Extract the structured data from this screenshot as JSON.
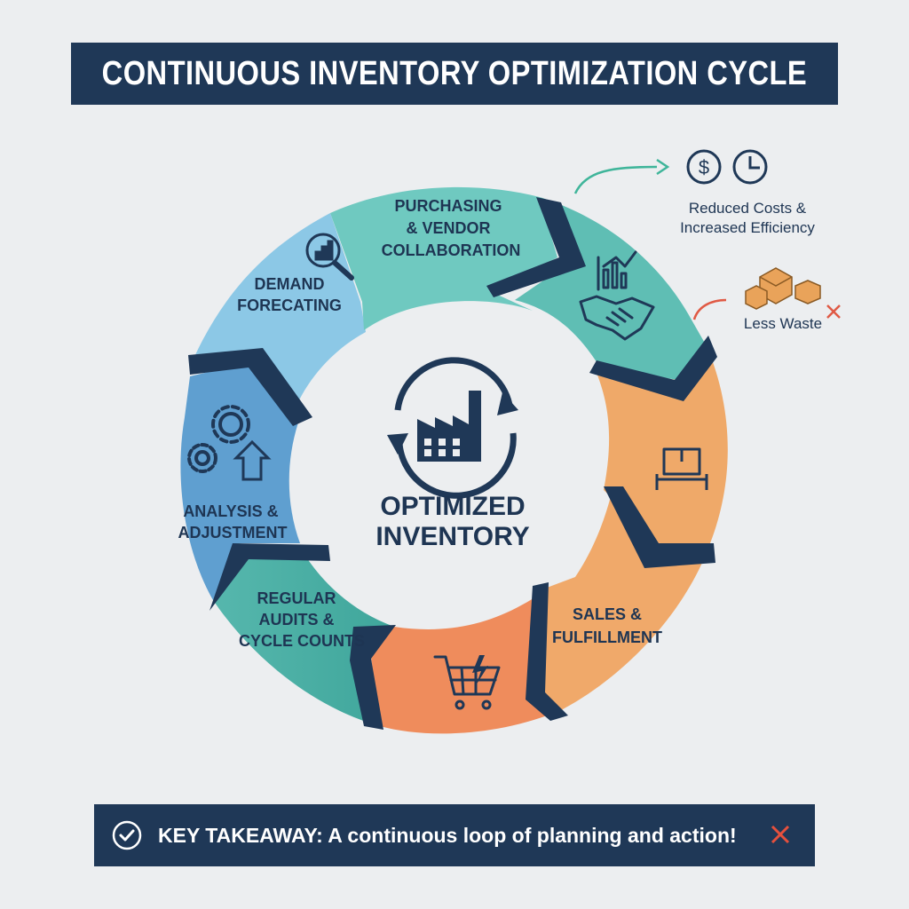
{
  "title": "CONTINUOUS INVENTORY OPTIMIZATION CYCLE",
  "center": {
    "line1": "OPTIMIZED",
    "line2": "INVENTORY",
    "icon": "factory-recycle-icon"
  },
  "segments": [
    {
      "id": "purchasing",
      "lines": [
        "PURCHASING",
        "& VENDOR",
        "COLLABORATION"
      ],
      "color": "#6cc7bf",
      "icon": "handshake-chart-icon"
    },
    {
      "id": "receiving",
      "lines": [],
      "color": "#efa869",
      "icon": "package-on-shelf-icon"
    },
    {
      "id": "sales",
      "lines": [
        "SALES &",
        "FULFILLMENT"
      ],
      "color": "#efa869",
      "icon": ""
    },
    {
      "id": "cart",
      "lines": [],
      "color": "#ef8d5f",
      "icon": "shopping-cart-icon"
    },
    {
      "id": "audits",
      "lines": [
        "REGULAR",
        "AUDITS &",
        "CYCLE COUNTS"
      ],
      "color": "#5fbcb0",
      "icon": ""
    },
    {
      "id": "analysis",
      "lines": [
        "ANALYSIS &",
        "ADJUSTMENT"
      ],
      "color": "#5f9dcf",
      "icon": "gears-arrow-icon"
    },
    {
      "id": "forecasting",
      "lines": [
        "DEMAND",
        "FORECATING"
      ],
      "color": "#8cc6e6",
      "icon": "magnifier-chart-icon"
    }
  ],
  "callouts": [
    {
      "id": "reduced-costs",
      "lines": [
        "Reduced Costs &",
        "Increased Efficiency"
      ],
      "icons": [
        "dollar-icon",
        "clock-icon"
      ]
    },
    {
      "id": "less-waste",
      "lines": [
        "Less Waste"
      ],
      "icons": [
        "boxes-icon",
        "x-mark-icon"
      ]
    }
  ],
  "takeaway": {
    "text": "KEY TAKEAWAY: A continuous loop of planning and action!",
    "icon": "check-circle-icon",
    "end_icon": "x-mark-icon"
  }
}
